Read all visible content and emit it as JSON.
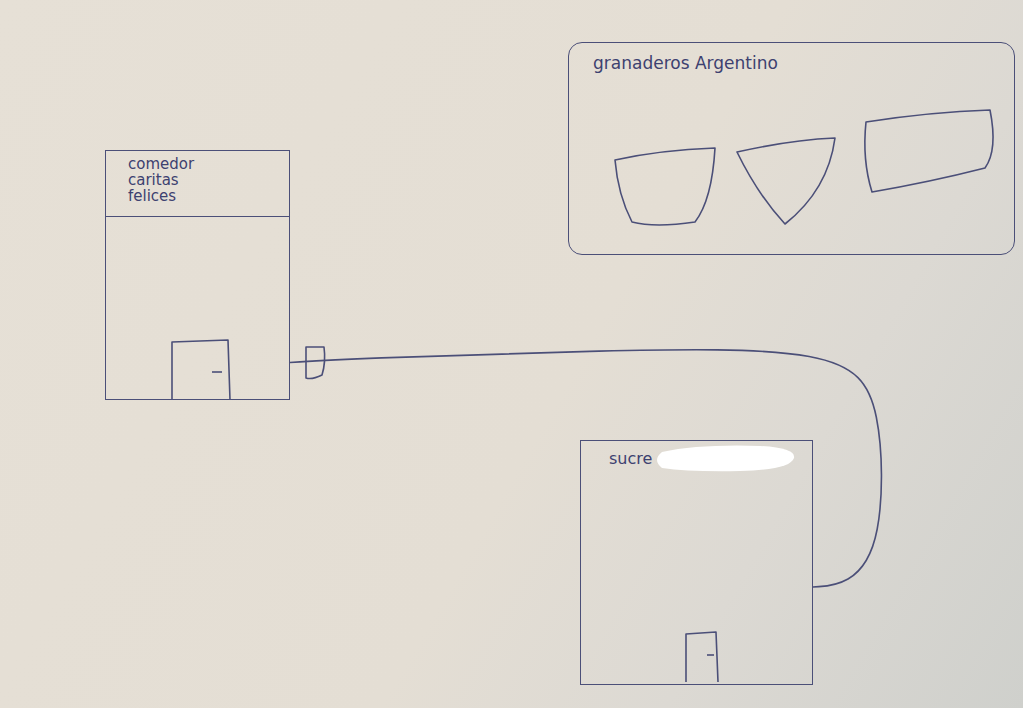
{
  "diagram": {
    "nodes": [
      {
        "text": [
          "comedor caritas felices"
        ]
      },
      {
        "text": [
          "granaderos Argentino"
        ]
      },
      {
        "text": [
          "sucre"
        ]
      }
    ],
    "edges": [
      {
        "from": 0,
        "to": 2,
        "arrow": "none"
      }
    ]
  }
}
